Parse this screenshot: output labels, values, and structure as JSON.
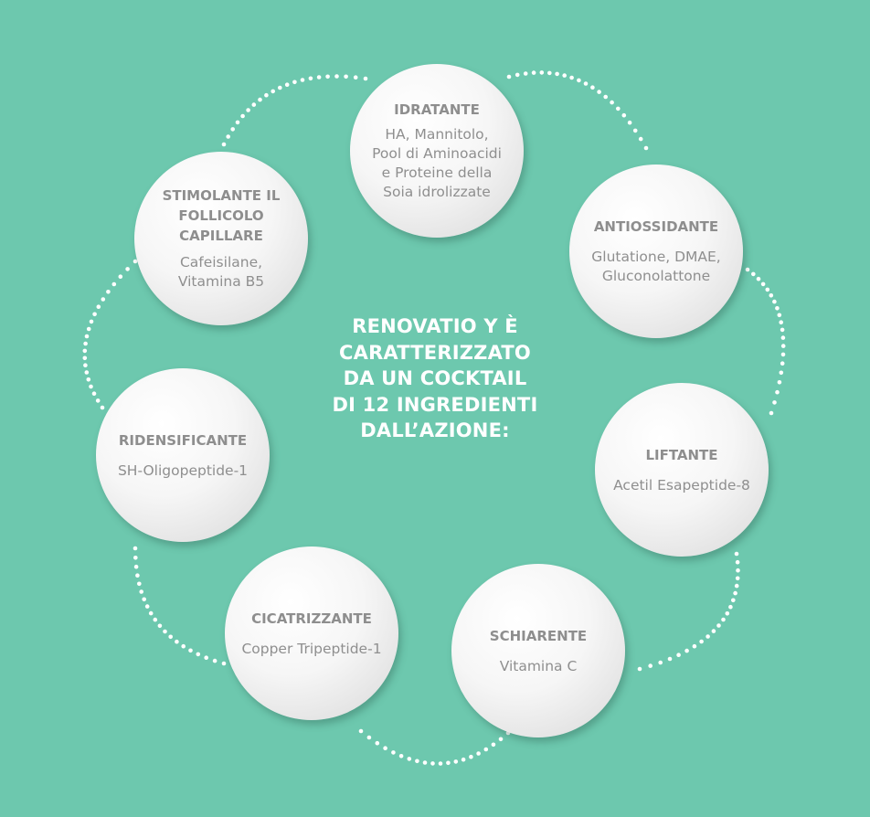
{
  "center_title": "RENOVATIO Y È\nCARATTERIZZATO\nDA UN COCKTAIL\nDI 12 INGREDIENTI\nDALL’AZIONE:",
  "colors": {
    "background": "#6dc8ae",
    "dots": "#ffffff",
    "circle_text": "#8e8e8e",
    "center_text": "#ffffff"
  },
  "nodes": [
    {
      "id": "idratante",
      "title": "IDRATANTE",
      "body": "HA, Mannitolo,\nPool di  Aminoacidi\ne Proteine della\nSoia idrolizzate"
    },
    {
      "id": "antiossidante",
      "title": "ANTIOSSIDANTE",
      "body": "Glutatione, DMAE,\nGluconolattone"
    },
    {
      "id": "liftante",
      "title": "LIFTANTE",
      "body": "Acetil Esapeptide-8"
    },
    {
      "id": "schiarente",
      "title": "SCHIARENTE",
      "body": "Vitamina C"
    },
    {
      "id": "cicatrizzante",
      "title": "CICATRIZZANTE",
      "body": "Copper Tripeptide-1"
    },
    {
      "id": "ridensificante",
      "title": "RIDENSIFICANTE",
      "body": "SH-Oligopeptide-1"
    },
    {
      "id": "stimolante",
      "title": "STIMOLANTE IL\nFOLLICOLO\nCAPILLARE",
      "body": "Cafeisilane,\nVitamina B5"
    }
  ]
}
